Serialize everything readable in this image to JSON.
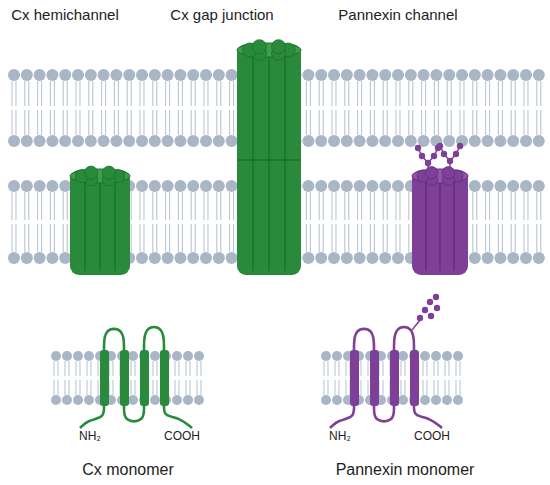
{
  "diagram": {
    "labels": [
      "Cx hemichannel",
      "Cx gap junction",
      "Pannexin channel",
      "NH₂",
      "COOH",
      "NH₂",
      "COOH",
      "Cx monomer",
      "Pannexin monomer"
    ]
  }
}
